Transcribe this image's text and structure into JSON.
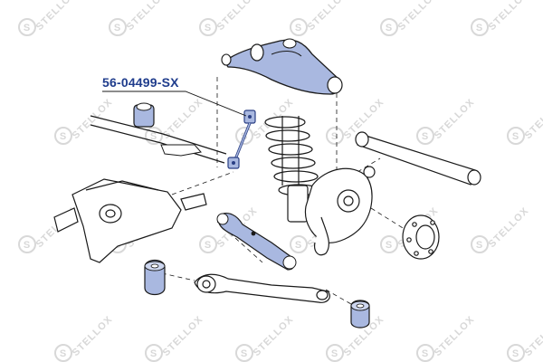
{
  "diagram": {
    "part_number": "56-04499-SX",
    "highlighted_part": "stabilizer-link",
    "watermark": {
      "brand_text": "STELLOX",
      "monogram": "S"
    }
  },
  "colors": {
    "label_text": "#1f3c8c",
    "leader_line": "#1a1a1a",
    "highlight_fill": "#a9b8e0",
    "highlight_stroke": "#2a3f84",
    "outline": "#1a1a1a",
    "watermark": "#d4d4d4"
  }
}
